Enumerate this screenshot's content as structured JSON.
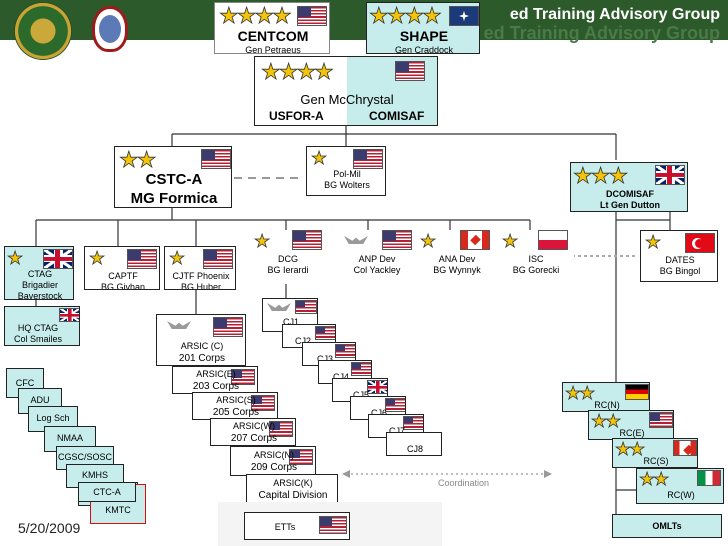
{
  "banner": {
    "title": "ed Training Advisory Group",
    "colors": {
      "banner": "#2d5a2b",
      "box_tint": "#c7ecec",
      "stars": "#f3c40c",
      "dashed_line": "#999999"
    }
  },
  "nodes": {
    "centcom": {
      "title": "CENTCOM",
      "subtitle": "Gen Petraeus"
    },
    "shape": {
      "title": "SHAPE",
      "subtitle": "Gen Craddock"
    },
    "usfor": {
      "line1": "Gen McChrystal",
      "left": "USFOR-A",
      "right": "COMISAF"
    },
    "cstc": {
      "line1": "CSTC-A",
      "line2": "MG Formica"
    },
    "polmil": {
      "line1": "Pol-Mil",
      "line2": "BG Wolters"
    },
    "dcomisaf": {
      "line1": "DCOMISAF",
      "line2": "Lt Gen Dutton"
    },
    "ctag": {
      "line1": "CTAG",
      "line2": "Brigadier",
      "line3": "Baverstock"
    },
    "captf": {
      "line1": "CAPTF",
      "line2": "BG Givhan"
    },
    "cjtf": {
      "line1": "CJTF Phoenix",
      "line2": "BG Huber"
    },
    "dcg": {
      "line1": "DCG",
      "line2": "BG Ierardi"
    },
    "anp": {
      "line1": "ANP Dev",
      "line2": "Col Yackley"
    },
    "ana": {
      "line1": "ANA Dev",
      "line2": "BG Wynnyk"
    },
    "isc": {
      "line1": "ISC",
      "line2": "BG Gorecki"
    },
    "dates": {
      "line1": "DATES",
      "line2": "BG Bingol"
    },
    "hqctag": {
      "line1": "HQ CTAG",
      "line2": "Col Smailes"
    },
    "ctag_sub": [
      "CFC",
      "ADU",
      "Log Sch",
      "NMAA",
      "CGSC/SOSC",
      "KMHS",
      "CTC-A",
      "KMTC"
    ],
    "arsic": [
      {
        "line1": "ARSIC (C)",
        "line2": "201 Corps"
      },
      {
        "line1": "ARSIC(E)",
        "line2": "203 Corps"
      },
      {
        "line1": "ARSIC(S)",
        "line2": "205 Corps"
      },
      {
        "line1": "ARSIC(W)",
        "line2": "207 Corps"
      },
      {
        "line1": "ARSIC(N)",
        "line2": "209 Corps"
      },
      {
        "line1": "ARSIC(K)",
        "line2": "Capital Division"
      }
    ],
    "cj": [
      "CJ1",
      "CJ2",
      "CJ3",
      "CJ4",
      "CJ5",
      "CJ6",
      "CJ7",
      "CJ8"
    ],
    "rc": [
      "RC(N)",
      "RC(E)",
      "RC(S)",
      "RC(W)"
    ],
    "etts": "ETTs",
    "omlts": "OMLTs"
  },
  "coordination": "Coordination",
  "date": "5/20/2009",
  "icons": {
    "stars": "general-stars-icon",
    "eagle": "colonel-eagle-icon"
  }
}
